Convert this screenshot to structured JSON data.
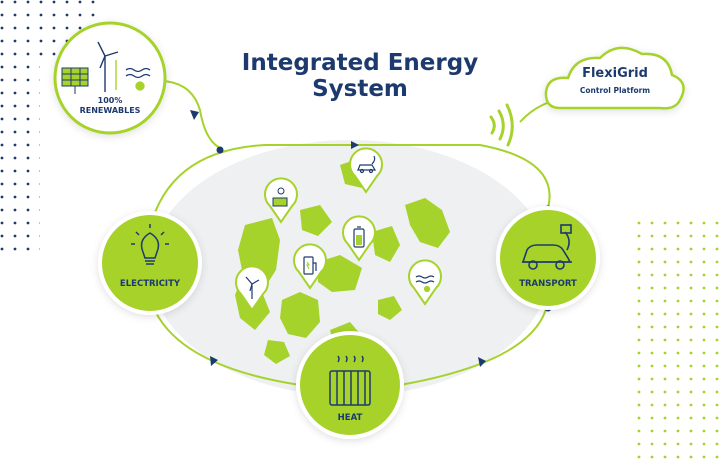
{
  "title": "Integrated Energy System",
  "renewables": {
    "line1": "100%",
    "line2": "RENEWABLES"
  },
  "flexigrid": {
    "name": "FlexiGrid",
    "subtitle": "Control Platform"
  },
  "nodes": {
    "electricity": "ELECTRICITY",
    "transport": "TRANSPORT",
    "heat": "HEAT"
  },
  "colors": {
    "lime": "#a6d22c",
    "navy": "#1d3a6e",
    "lightGray": "#eef0f2"
  },
  "map_pins": [
    "ev-charger-car-icon",
    "solar-panel-icon",
    "battery-icon",
    "ev-charging-station-icon",
    "wave-energy-icon",
    "wind-turbine-icon"
  ]
}
